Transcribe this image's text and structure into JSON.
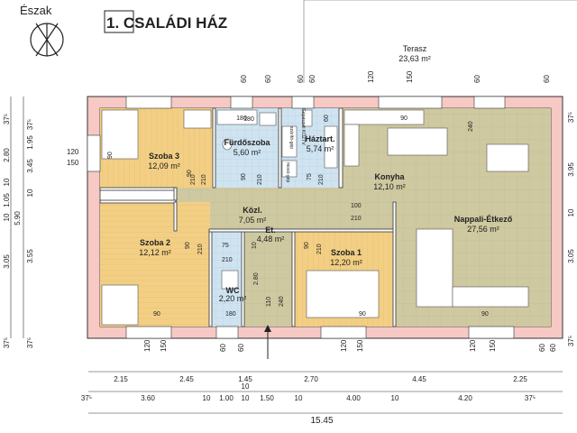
{
  "title": "1. CSALÁDI HÁZ",
  "compass_label": "Észak",
  "terrace": {
    "name": "Terasz",
    "area": "23,63 m²"
  },
  "rooms": [
    {
      "id": "szoba3",
      "name": "Szoba 3",
      "area": "12,09 m²"
    },
    {
      "id": "furdo",
      "name": "Fürdőszoba",
      "area": "5,60 m²"
    },
    {
      "id": "haztart",
      "name": "Háztart.",
      "area": "5,74 m²"
    },
    {
      "id": "konyha",
      "name": "Konyha",
      "area": "12,10 m²"
    },
    {
      "id": "kozl",
      "name": "Közl.",
      "area": "7,05 m²"
    },
    {
      "id": "nappali",
      "name": "Nappali-Étkező",
      "area": "27,56 m²"
    },
    {
      "id": "szoba2",
      "name": "Szoba 2",
      "area": "12,12 m²"
    },
    {
      "id": "et",
      "name": "Et.",
      "area": "4,48 m²"
    },
    {
      "id": "wc",
      "name": "WC",
      "area": "2,20 m²"
    },
    {
      "id": "szoba1",
      "name": "Szoba 1",
      "area": "12,20 m²"
    }
  ],
  "appliance_labels": [
    "Gépészeti KÖZTV",
    "szárító-gép",
    "mosó-gép"
  ],
  "dimensions": {
    "top_openings": [
      "60",
      "60",
      "60",
      "60",
      "120",
      "150",
      "60",
      "60"
    ],
    "bottom_openings": [
      "120",
      "150",
      "60",
      "60",
      "120",
      "150",
      "120",
      "150",
      "60",
      "60"
    ],
    "bottom_row1": [
      "2.15",
      "2.45",
      "1.45",
      "2.70",
      "4.45",
      "2.25"
    ],
    "bottom_row2": [
      "37⁵",
      "3.60",
      "10",
      "1.00",
      "10",
      "1.50",
      "10",
      "4.00",
      "10",
      "4.20",
      "37⁵"
    ],
    "bottom_row2_sub": "10",
    "total_width": "15.45",
    "left_outer": [
      "37⁵",
      "1.95",
      "3.45",
      "10",
      "5.90",
      "3.55",
      "37⁵"
    ],
    "left_inner": [
      "37⁵",
      "2.80",
      "10",
      "1.05",
      "10",
      "3.05",
      "37⁵"
    ],
    "left_window": [
      "120",
      "150"
    ],
    "right": [
      "37⁵",
      "3.95",
      "10",
      "3.05",
      "37⁵"
    ],
    "interior": [
      "180",
      "180",
      "90",
      "90",
      "210",
      "90",
      "210",
      "75",
      "210",
      "60",
      "210",
      "90",
      "240",
      "100",
      "210",
      "90",
      "210",
      "90",
      "210",
      "10",
      "75",
      "210",
      "2.80",
      "110",
      "240",
      "180",
      "90",
      "90",
      "90"
    ]
  },
  "colors": {
    "wall": "#f6c9c5",
    "wood": "#f2cf84",
    "stone": "#cfc9a1",
    "bath": "#cfe3f0",
    "title_border": "#222222"
  }
}
